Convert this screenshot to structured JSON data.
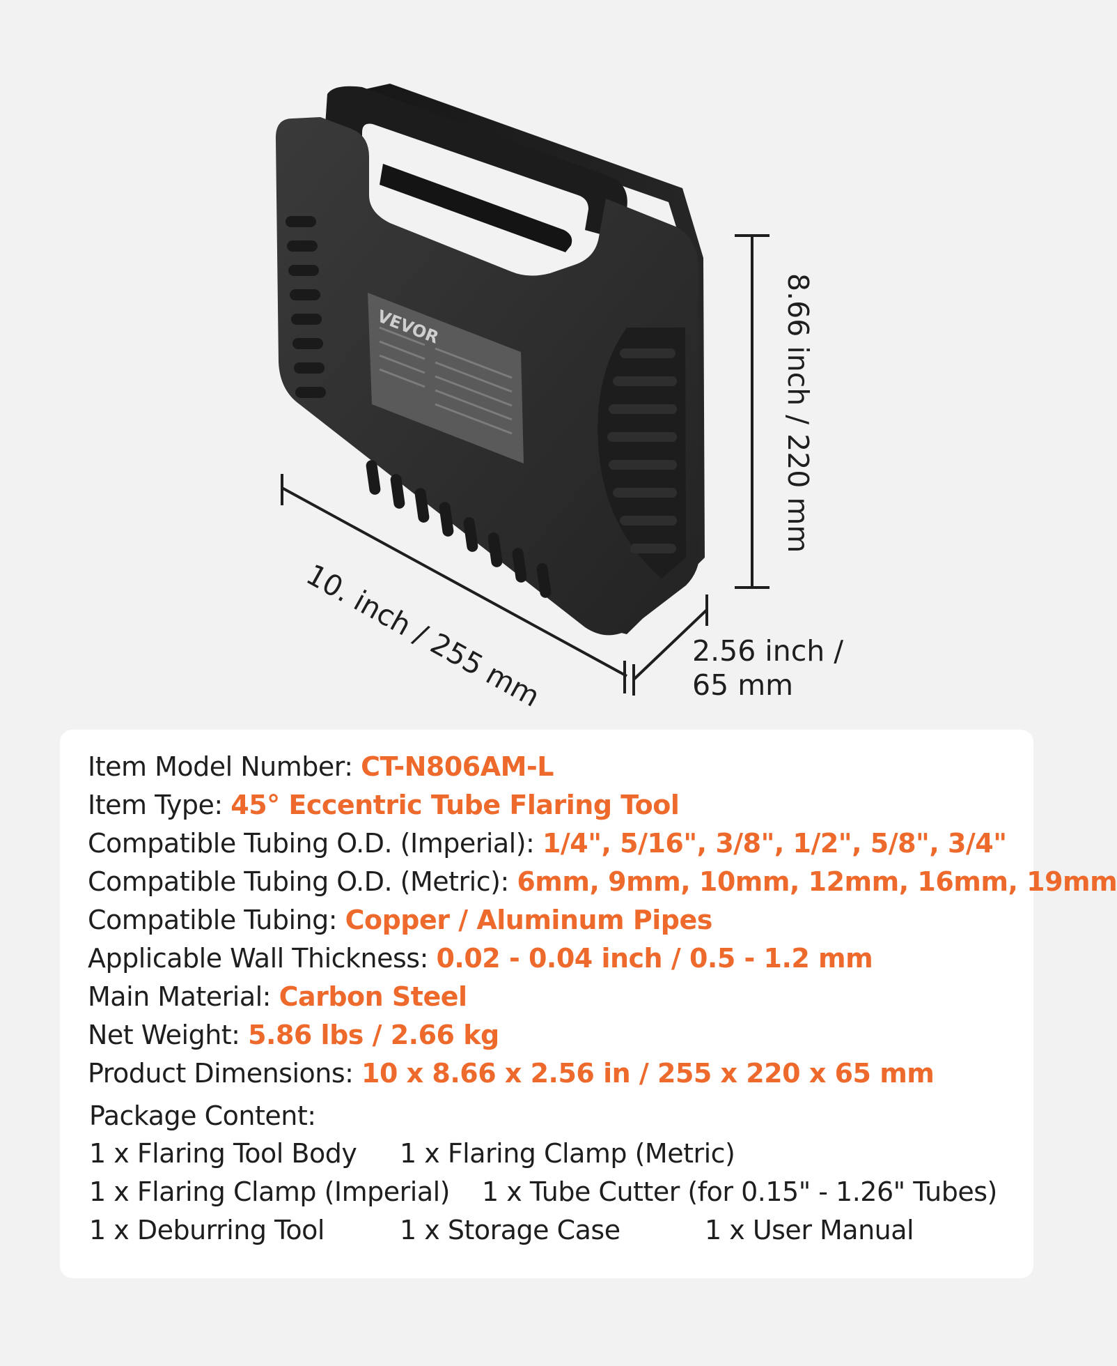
{
  "dimensions": {
    "height": "8.66 inch  / 220 mm",
    "width": "10. inch  / 255 mm",
    "depth": "2.56 inch / 65 mm"
  },
  "brand": {
    "logo_text": "VEVOR"
  },
  "specs": [
    {
      "label": "Item Model Number: ",
      "value": "CT-N806AM-L"
    },
    {
      "label": "Item Type: ",
      "value": "45° Eccentric Tube Flaring Tool"
    },
    {
      "label": "Compatible Tubing O.D. (Imperial): ",
      "value": "1/4\", 5/16\", 3/8\", 1/2\", 5/8\", 3/4\""
    },
    {
      "label": "Compatible Tubing O.D. (Metric): ",
      "value": "6mm, 9mm, 10mm, 12mm, 16mm, 19mm"
    },
    {
      "label": "Compatible Tubing: ",
      "value": "Copper / Aluminum Pipes"
    },
    {
      "label": "Applicable Wall Thickness: ",
      "value": "0.02 - 0.04 inch / 0.5 - 1.2 mm"
    },
    {
      "label": "Main Material: ",
      "value": "Carbon Steel"
    },
    {
      "label": "Net Weight: ",
      "value": "5.86 lbs / 2.66 kg"
    },
    {
      "label": "Product Dimensions: ",
      "value": "10 x 8.66 x 2.56 in / 255 x 220 x 65  mm"
    }
  ],
  "package": {
    "title": "Package Content:",
    "items": [
      "1 x Flaring Tool Body",
      "1 x Flaring Clamp (Metric)",
      "1 x Flaring Clamp (Imperial)",
      "1 x Tube Cutter (for 0.15\" - 1.26\" Tubes)",
      "1 x Deburring Tool",
      "1 x Storage Case",
      "1 x User Manual"
    ]
  },
  "colors": {
    "accent": "#ee6a2c",
    "background": "#f2f2f2",
    "card": "#ffffff",
    "case": "#2b2b2b"
  }
}
